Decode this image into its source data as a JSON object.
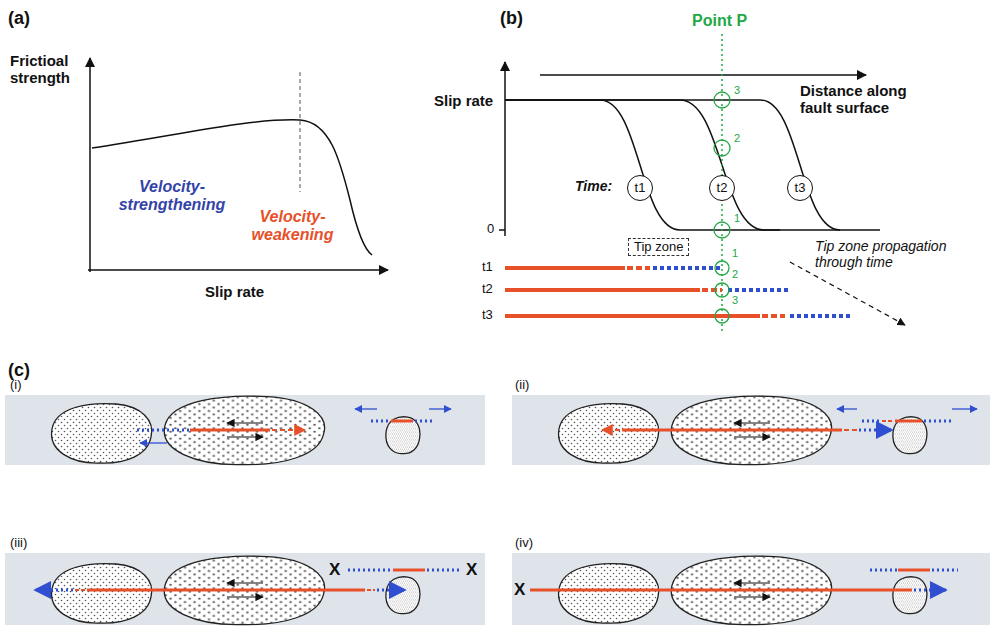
{
  "diagram": {
    "nodes": [
      {
        "text": [
          "t1"
        ]
      },
      {
        "text": [
          "t2"
        ]
      },
      {
        "text": [
          "t3"
        ]
      },
      {
        "text": [
          "Tip zone"
        ]
      }
    ],
    "labels": [
      "(a)",
      "Frictioal strength",
      "Slip rate",
      "Velocity-strengthening",
      "Velocity-weakening",
      "(b)",
      "Point P",
      "Slip rate",
      "Distance along fault surface",
      "Time:",
      "0",
      "3",
      "2",
      "1",
      "1",
      "2",
      "3",
      "t1",
      "t2",
      "t3",
      "Tip zone propagation through time",
      "(c)",
      "(i)",
      "(ii)",
      "(iii)",
      "(iv)",
      "X",
      "X",
      "X"
    ]
  }
}
